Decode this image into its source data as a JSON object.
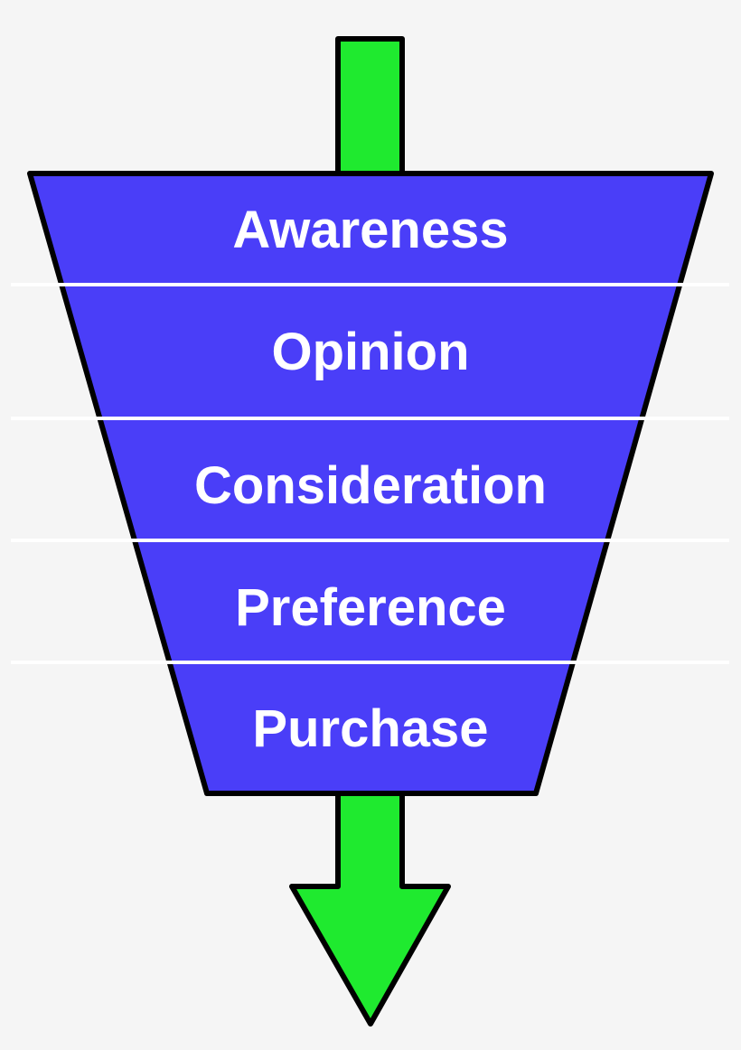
{
  "colors": {
    "background": "#f5f5f5",
    "funnel_fill": "#4a3ef8",
    "arrow_fill": "#1fea2f",
    "outline": "#000000",
    "divider": "#ffffff",
    "label_text": "#ffffff"
  },
  "funnel": {
    "stages": [
      {
        "label": "Awareness"
      },
      {
        "label": "Opinion"
      },
      {
        "label": "Consideration"
      },
      {
        "label": "Preference"
      },
      {
        "label": "Purchase"
      }
    ]
  }
}
